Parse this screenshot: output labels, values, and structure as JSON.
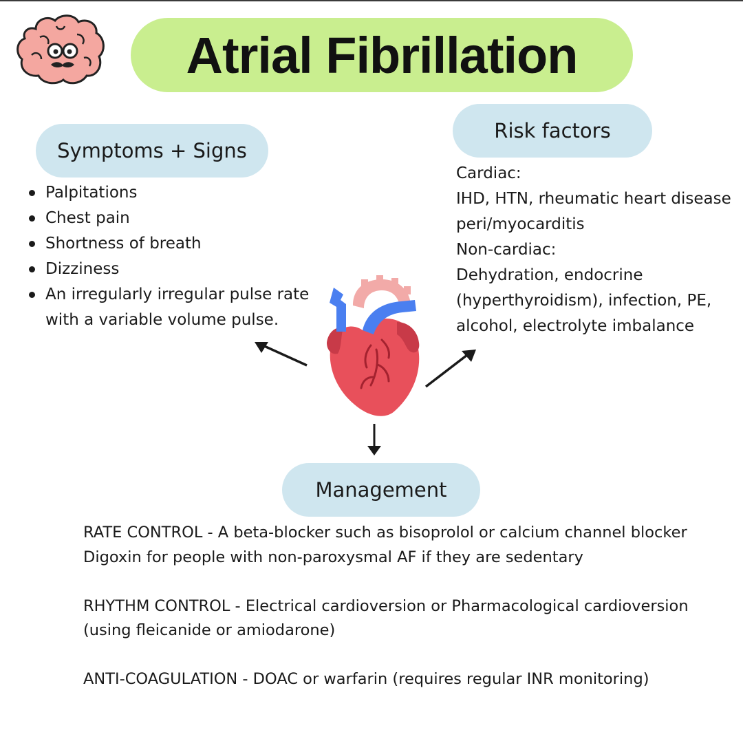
{
  "title": "Atrial Fibrillation",
  "symptoms": {
    "label": "Symptoms + Signs",
    "items": [
      "Palpitations",
      "Chest pain",
      "Shortness of breath",
      "Dizziness",
      "An irregularly irregular pulse rate with a variable volume pulse."
    ]
  },
  "risk_factors": {
    "label": "Risk factors",
    "lines": [
      "Cardiac:",
      "IHD, HTN, rheumatic heart disease",
      "peri/myocarditis",
      "Non-cardiac:",
      "Dehydration, endocrine",
      "(hyperthyroidism), infection, PE,",
      "alcohol, electrolyte imbalance"
    ]
  },
  "management": {
    "label": "Management",
    "paragraphs": [
      "RATE CONTROL - A beta-blocker such as bisoprolol or calcium channel blocker",
      "Digoxin for people with non-paroxysmal AF if they are sedentary",
      "RHYTHM CONTROL - Electrical cardioversion or Pharmacological cardioversion (using fleicanide or amiodarone)",
      "ANTI-COAGULATION - DOAC or warfarin (requires regular INR monitoring)"
    ]
  },
  "colors": {
    "title_pill": "#c9ee8f",
    "section_pill": "#cfe6ef",
    "heart_red": "#e8505b",
    "vessel_blue": "#4a7ff0",
    "brain_pink": "#f4a7a0"
  },
  "icons": {
    "logo": "brain-mascot-icon",
    "center": "heart-icon"
  }
}
